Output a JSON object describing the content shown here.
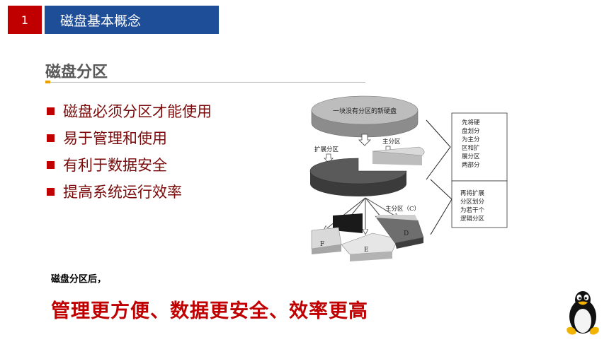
{
  "header": {
    "slide_number": "1",
    "title": "磁盘基本概念"
  },
  "section_title": "磁盘分区",
  "bullets": [
    "磁盘必须分区才能使用",
    "易于管理和使用",
    "有利于数据安全",
    "提高系统运行效率"
  ],
  "diagram": {
    "top_label": "一块没有分区的新硬盘",
    "extended_label": "扩展分区",
    "primary_label": "主分区",
    "primary_c_label": "主分区（C）",
    "slice_labels": [
      "D",
      "E",
      "F"
    ],
    "note1_lines": [
      "先将硬",
      "盘划分",
      "为主分",
      "区和扩",
      "展分区",
      "两部分"
    ],
    "note2_lines": [
      "再将扩展",
      "分区划分",
      "为若干个",
      "逻辑分区"
    ]
  },
  "conclusion": {
    "note": "磁盘分区后，",
    "headline": "管理更方便、数据更安全、效率更高"
  },
  "colors": {
    "accent_red": "#c00000",
    "title_blue": "#1f4e99",
    "dark_red_text": "#7a0a0a",
    "gold_accent": "#e8a200"
  },
  "icons": {
    "mascot": "penguin-icon"
  }
}
